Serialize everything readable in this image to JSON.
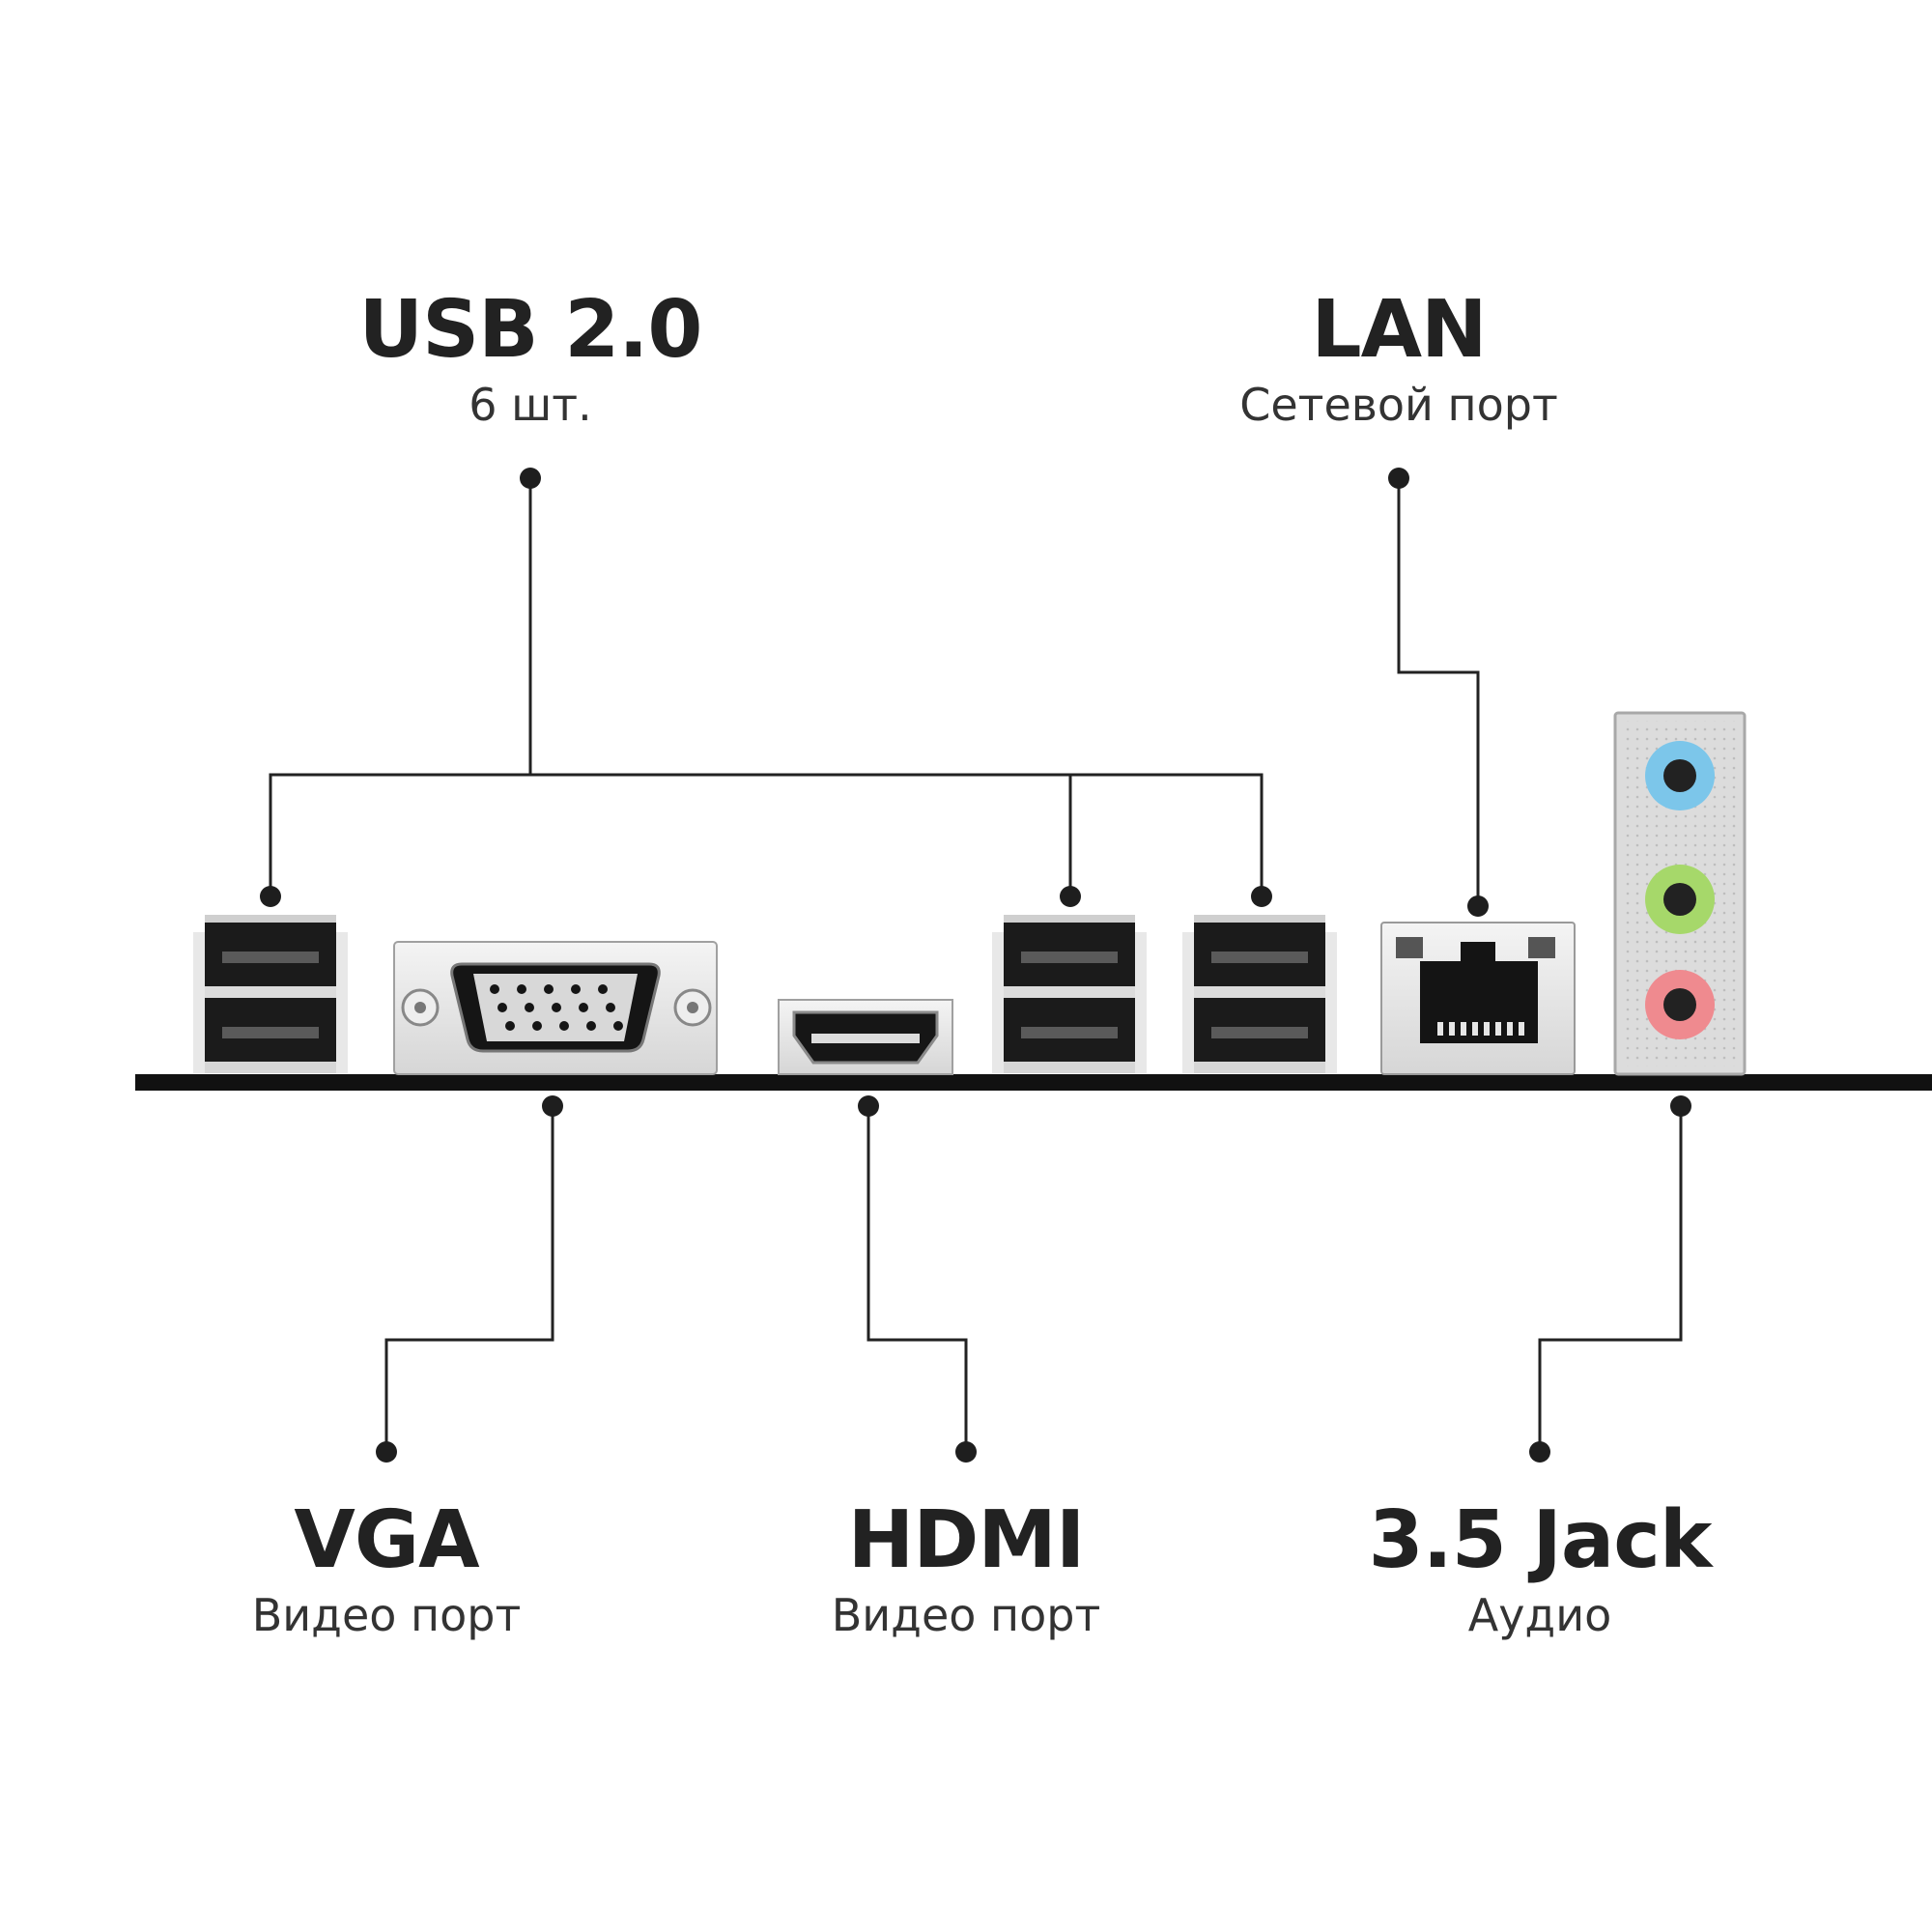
{
  "labels": {
    "usb": {
      "title": "USB 2.0",
      "subtitle": "6 шт."
    },
    "lan": {
      "title": "LAN",
      "subtitle": "Сетевой порт"
    },
    "vga": {
      "title": "VGA",
      "subtitle": "Видео порт"
    },
    "hdmi": {
      "title": "HDMI",
      "subtitle": "Видео порт"
    },
    "jack": {
      "title": "3.5 Jack",
      "subtitle": "Аудио"
    }
  },
  "audio_jack_colors": [
    "#7cc6ea",
    "#a6d86a",
    "#ef8a8f"
  ],
  "ports": [
    "usb-stack",
    "vga-port",
    "hdmi-port",
    "usb-stack",
    "usb-stack",
    "lan-port",
    "audio-jack-panel"
  ]
}
